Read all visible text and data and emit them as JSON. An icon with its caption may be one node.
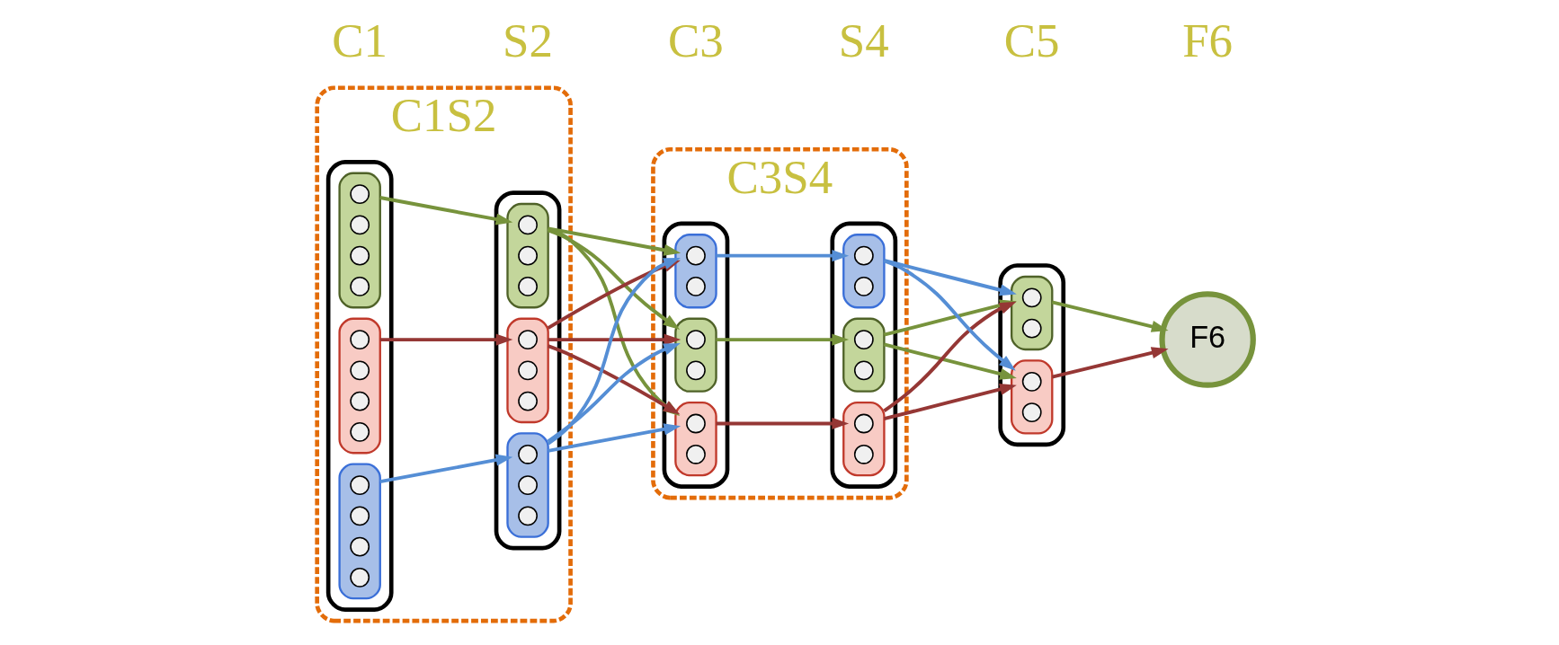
{
  "diagram": {
    "nodes": [
      {
        "text": [
          "C1S2"
        ]
      },
      {
        "text": [],
        "shape": "ellipse",
        "in": 0
      },
      {
        "text": [],
        "shape": "ellipse",
        "in": 1
      },
      {
        "text": [],
        "shape": "ellipse",
        "in": 1
      },
      {
        "text": [],
        "shape": "ellipse",
        "in": 1
      },
      {
        "text": [],
        "shape": "ellipse",
        "in": 0
      },
      {
        "text": [],
        "shape": "ellipse",
        "in": 5
      },
      {
        "text": [],
        "shape": "ellipse",
        "in": 5
      },
      {
        "text": [],
        "shape": "ellipse",
        "in": 5
      },
      {
        "text": [
          "C3S4"
        ]
      },
      {
        "text": [],
        "shape": "ellipse",
        "in": 9
      },
      {
        "text": [],
        "shape": "ellipse",
        "in": 10
      },
      {
        "text": [],
        "shape": "ellipse",
        "in": 10
      },
      {
        "text": [],
        "shape": "ellipse",
        "in": 10
      },
      {
        "text": [],
        "shape": "ellipse",
        "in": 9
      },
      {
        "text": [],
        "shape": "ellipse",
        "in": 14
      },
      {
        "text": [],
        "shape": "ellipse",
        "in": 14
      },
      {
        "text": [],
        "shape": "ellipse",
        "in": 14
      },
      {
        "text": [],
        "shape": "ellipse"
      },
      {
        "text": [],
        "shape": "ellipse",
        "in": 18
      },
      {
        "text": [],
        "shape": "ellipse",
        "in": 18
      },
      {
        "text": [
          "F6"
        ]
      },
      {
        "text": [],
        "shape": "circle",
        "in": 2
      },
      {
        "text": [],
        "shape": "circle",
        "in": 2
      },
      {
        "text": [],
        "shape": "circle",
        "in": 2
      },
      {
        "text": [],
        "shape": "circle",
        "in": 2
      },
      {
        "text": [],
        "shape": "circle",
        "in": 3
      },
      {
        "text": [],
        "shape": "circle",
        "in": 3
      },
      {
        "text": [],
        "shape": "circle",
        "in": 3
      },
      {
        "text": [],
        "shape": "circle",
        "in": 3
      },
      {
        "text": [],
        "shape": "circle",
        "in": 4
      },
      {
        "text": [],
        "shape": "circle",
        "in": 4
      },
      {
        "text": [],
        "shape": "circle",
        "in": 4
      },
      {
        "text": [],
        "shape": "circle",
        "in": 4
      },
      {
        "text": [],
        "shape": "circle",
        "in": 6
      },
      {
        "text": [],
        "shape": "circle",
        "in": 6
      },
      {
        "text": [],
        "shape": "circle",
        "in": 6
      },
      {
        "text": [],
        "shape": "circle",
        "in": 7
      },
      {
        "text": [],
        "shape": "circle",
        "in": 7
      },
      {
        "text": [],
        "shape": "circle",
        "in": 7
      },
      {
        "text": [],
        "shape": "circle",
        "in": 8
      },
      {
        "text": [],
        "shape": "circle",
        "in": 8
      },
      {
        "text": [],
        "shape": "circle",
        "in": 8
      },
      {
        "text": [],
        "shape": "circle",
        "in": 11
      },
      {
        "text": [],
        "shape": "circle",
        "in": 11
      },
      {
        "text": [],
        "shape": "circle",
        "in": 12
      },
      {
        "text": [],
        "shape": "circle",
        "in": 12
      },
      {
        "text": [],
        "shape": "circle",
        "in": 13
      },
      {
        "text": [],
        "shape": "circle",
        "in": 13
      },
      {
        "text": [],
        "shape": "circle",
        "in": 15
      },
      {
        "text": [],
        "shape": "circle",
        "in": 15
      },
      {
        "text": [],
        "shape": "circle",
        "in": 16
      },
      {
        "text": [],
        "shape": "circle",
        "in": 16
      },
      {
        "text": [],
        "shape": "circle",
        "in": 17
      },
      {
        "text": [],
        "shape": "circle",
        "in": 17
      },
      {
        "text": [],
        "shape": "circle",
        "in": 19
      },
      {
        "text": [],
        "shape": "circle",
        "in": 19
      },
      {
        "text": [],
        "shape": "circle",
        "in": 20
      },
      {
        "text": [],
        "shape": "circle",
        "in": 20
      }
    ],
    "edges": [
      {
        "from": 2,
        "to": 6,
        "arrow": "to",
        "color": "#77933c"
      },
      {
        "from": 3,
        "to": 7,
        "arrow": "to",
        "color": "#953735"
      },
      {
        "from": 4,
        "to": 8,
        "arrow": "to",
        "color": "#558ed5"
      },
      {
        "from": 6,
        "to": 11,
        "arrow": "to",
        "color": "#77933c"
      },
      {
        "from": 6,
        "to": 12,
        "arrow": "to",
        "color": "#77933c"
      },
      {
        "from": 6,
        "to": 13,
        "arrow": "to",
        "color": "#77933c"
      },
      {
        "from": 7,
        "to": 11,
        "arrow": "to",
        "color": "#953735"
      },
      {
        "from": 7,
        "to": 12,
        "arrow": "to",
        "color": "#953735"
      },
      {
        "from": 7,
        "to": 13,
        "arrow": "to",
        "color": "#953735"
      },
      {
        "from": 8,
        "to": 11,
        "arrow": "to",
        "color": "#558ed5"
      },
      {
        "from": 8,
        "to": 12,
        "arrow": "to",
        "color": "#558ed5"
      },
      {
        "from": 8,
        "to": 13,
        "arrow": "to",
        "color": "#558ed5"
      },
      {
        "from": 11,
        "to": 15,
        "arrow": "to",
        "color": "#77933c"
      },
      {
        "from": 12,
        "to": 16,
        "arrow": "to",
        "color": "#953735"
      },
      {
        "from": 13,
        "to": 17,
        "arrow": "to",
        "color": "#558ed5"
      },
      {
        "from": 15,
        "to": 19,
        "arrow": "to",
        "color": "#77933c"
      },
      {
        "from": 15,
        "to": 20,
        "arrow": "to",
        "color": "#77933c"
      },
      {
        "from": 16,
        "to": 19,
        "arrow": "to",
        "color": "#953735"
      },
      {
        "from": 16,
        "to": 20,
        "arrow": "to",
        "color": "#953735"
      },
      {
        "from": 17,
        "to": 19,
        "arrow": "to",
        "color": "#558ed5"
      },
      {
        "from": 17,
        "to": 20,
        "arrow": "to",
        "color": "#558ed5"
      },
      {
        "from": 19,
        "to": 21,
        "arrow": "to",
        "color": "#77933c"
      },
      {
        "from": 20,
        "to": 21,
        "arrow": "to",
        "color": "#953735"
      }
    ],
    "labels": [
      "C1",
      "S2",
      "C3",
      "S4",
      "C5",
      "F6"
    ]
  }
}
